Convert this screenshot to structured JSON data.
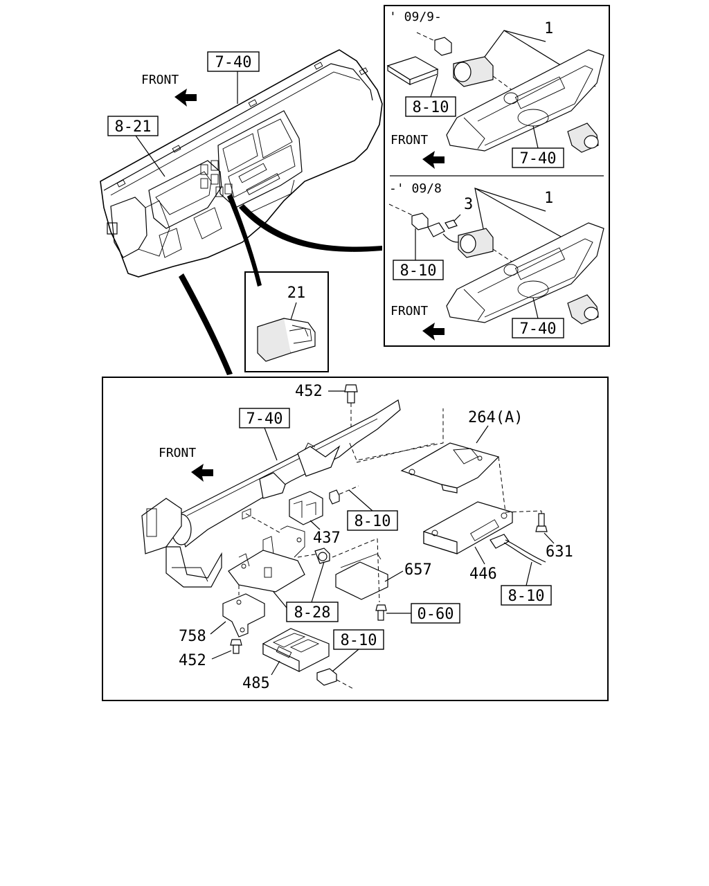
{
  "diagram": {
    "overview": {
      "refs": {
        "dash": "7-40",
        "cluster": "8-21"
      },
      "front": "FRONT"
    },
    "inset_top": {
      "variant": "' 09/9-",
      "item": "1",
      "refs": {
        "wire": "8-10",
        "panel": "7-40"
      },
      "front": "FRONT"
    },
    "inset_mid": {
      "variant": "-' 09/8",
      "items": {
        "bulb": "3",
        "switch": "1"
      },
      "refs": {
        "wire": "8-10",
        "panel": "7-40"
      },
      "front": "FRONT"
    },
    "switch_detail": {
      "item": "21"
    },
    "lower": {
      "front": "FRONT",
      "items": {
        "bolt_top": "452",
        "bracket_a": "264(A)",
        "relay": "437",
        "bracket_657": "657",
        "unit_446": "446",
        "screw_631": "631",
        "bracket_758": "758",
        "bolt_bottom": "452",
        "module_485": "485"
      },
      "refs": {
        "reinforcement": "7-40",
        "relay_wire": "8-10",
        "unit_wire": "8-10",
        "bracket_ref": "8-28",
        "bolt_ref": "0-60",
        "module_wire": "8-10"
      }
    }
  }
}
